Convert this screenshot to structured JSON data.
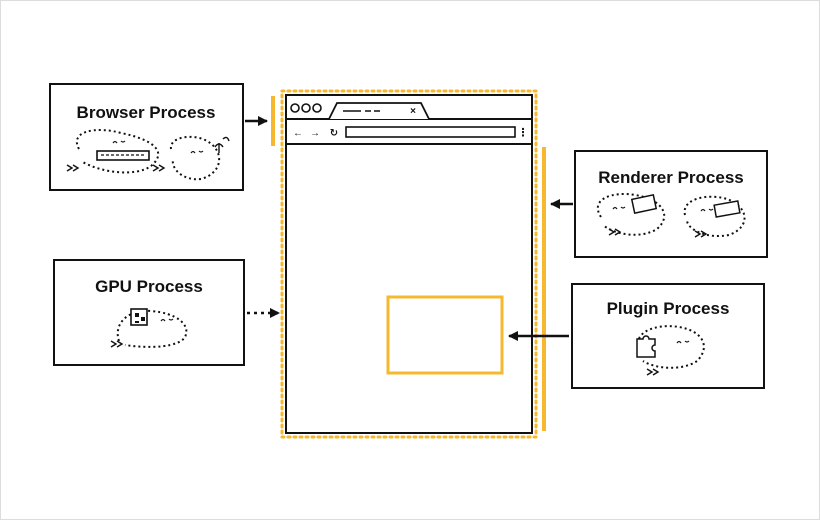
{
  "processes": {
    "browser": {
      "label": "Browser Process"
    },
    "renderer": {
      "label": "Renderer Process"
    },
    "gpu": {
      "label": "GPU Process"
    },
    "plugin": {
      "label": "Plugin Process"
    }
  },
  "browser_window": {
    "tab_close_glyph": "×",
    "nav_back_glyph": "←",
    "nav_forward_glyph": "→",
    "reload_glyph": "↻",
    "menu_glyph": "⋮"
  },
  "colors": {
    "accent": "#F5B82E",
    "ink": "#111111",
    "background": "#FFFFFF",
    "frame_border": "#DCDCDC"
  }
}
